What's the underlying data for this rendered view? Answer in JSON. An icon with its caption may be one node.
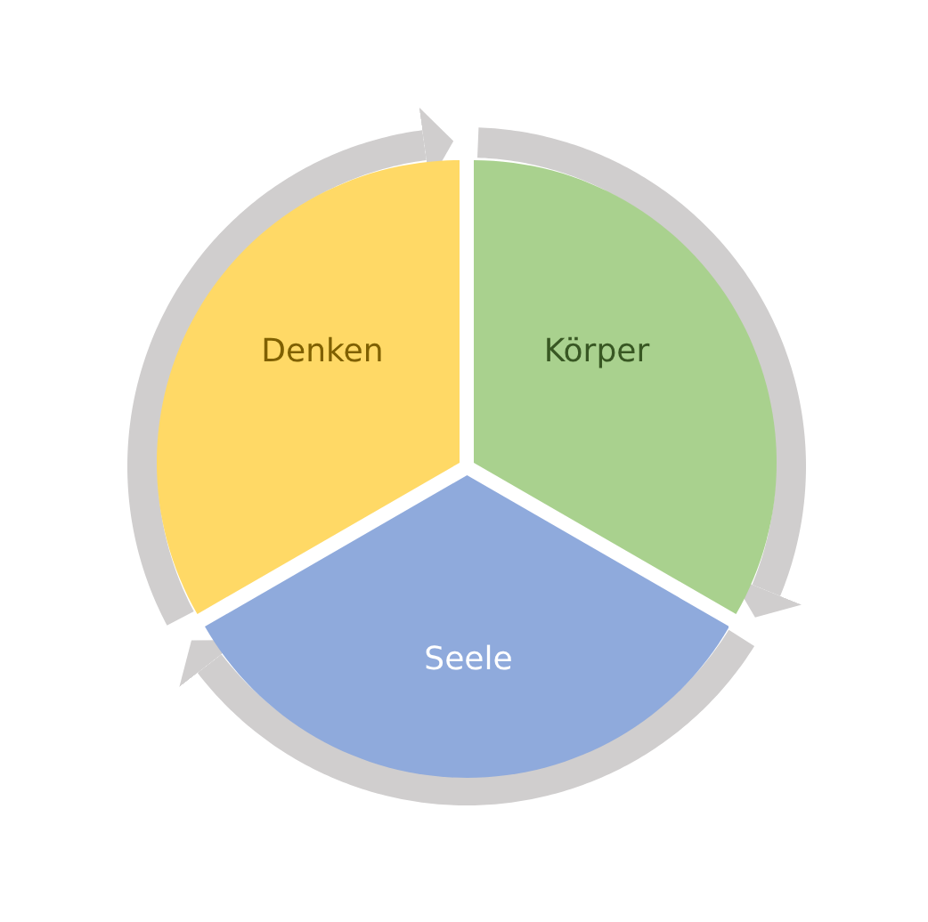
{
  "diagram": {
    "nodes": [
      {
        "text": [
          "Denken"
        ]
      },
      {
        "text": [
          "Körper"
        ]
      },
      {
        "text": [
          "Seele"
        ]
      }
    ],
    "edges": [
      {
        "from": 0,
        "to": 1,
        "arrow": "to"
      },
      {
        "from": 1,
        "to": 2,
        "arrow": "to"
      },
      {
        "from": 2,
        "to": 0,
        "arrow": "to"
      }
    ]
  }
}
